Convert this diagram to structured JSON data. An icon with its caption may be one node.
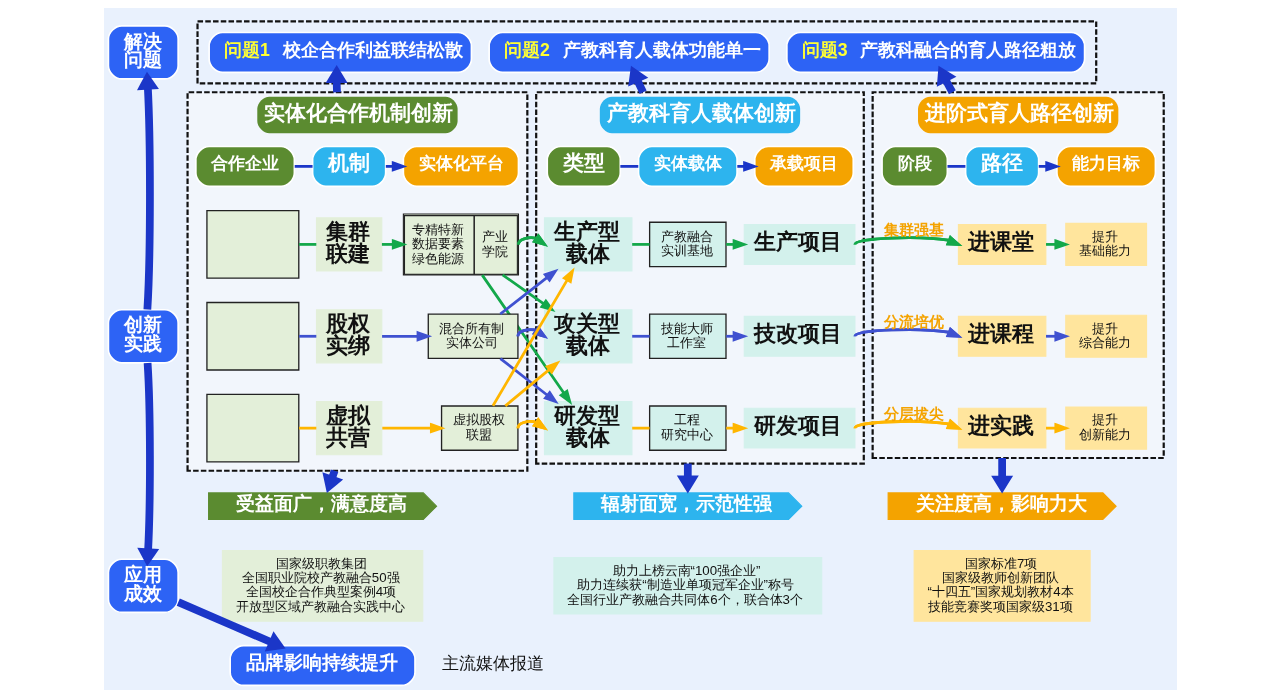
{
  "diagram": {
    "nodes": [
      {
        "text": [
          "解决问题"
        ]
      },
      {
        "text": [],
        "shape": "box"
      },
      {
        "text": [
          "问题1",
          "校企合作利益联结松散"
        ],
        "in": 1
      },
      {
        "text": [
          "问题2",
          "产教科育人载体功能单一"
        ],
        "in": 1
      },
      {
        "text": [
          "问题3",
          "产教科融合的育人路径粗放"
        ],
        "in": 1
      },
      {
        "text": [
          "创新实践"
        ]
      },
      {
        "text": [
          "实体化合作机制创新"
        ]
      },
      {
        "text": [
          "合作企业"
        ],
        "in": 6
      },
      {
        "text": [
          "机制"
        ],
        "in": 6
      },
      {
        "text": [
          "实体化平台"
        ],
        "in": 6
      },
      {
        "text": [],
        "shape": "box",
        "in": 6
      },
      {
        "text": [
          "集群联建"
        ],
        "in": 6
      },
      {
        "text": [
          "专精特新",
          "数据要素",
          "绿色能源",
          "产业学院"
        ],
        "in": 6
      },
      {
        "text": [],
        "shape": "box",
        "in": 6
      },
      {
        "text": [
          "股权实绑"
        ],
        "in": 6
      },
      {
        "text": [
          "混合所有制实体公司"
        ],
        "in": 6
      },
      {
        "text": [],
        "shape": "box",
        "in": 6
      },
      {
        "text": [
          "虚拟共营"
        ],
        "in": 6
      },
      {
        "text": [
          "虚拟股权联盟"
        ],
        "in": 6
      },
      {
        "text": [
          "产教科育人载体创新"
        ]
      },
      {
        "text": [
          "类型"
        ],
        "in": 19
      },
      {
        "text": [
          "实体载体"
        ],
        "in": 19
      },
      {
        "text": [
          "承载项目"
        ],
        "in": 19
      },
      {
        "text": [
          "生产型载体"
        ],
        "in": 19
      },
      {
        "text": [
          "产教融合实训基地"
        ],
        "in": 19
      },
      {
        "text": [
          "生产项目"
        ],
        "in": 19
      },
      {
        "text": [
          "攻关型载体"
        ],
        "in": 19
      },
      {
        "text": [
          "技能大师工作室"
        ],
        "in": 19
      },
      {
        "text": [
          "技改项目"
        ],
        "in": 19
      },
      {
        "text": [
          "研发型载体"
        ],
        "in": 19
      },
      {
        "text": [
          "工程研究中心"
        ],
        "in": 19
      },
      {
        "text": [
          "研发项目"
        ],
        "in": 19
      },
      {
        "text": [
          "进阶式育人路径创新"
        ]
      },
      {
        "text": [
          "阶段"
        ],
        "in": 32
      },
      {
        "text": [
          "路径"
        ],
        "in": 32
      },
      {
        "text": [
          "能力目标"
        ],
        "in": 32
      },
      {
        "text": [
          "进课堂"
        ],
        "in": 32
      },
      {
        "text": [
          "提升基础能力"
        ],
        "in": 32
      },
      {
        "text": [
          "进课程"
        ],
        "in": 32
      },
      {
        "text": [
          "提升综合能力"
        ],
        "in": 32
      },
      {
        "text": [
          "进实践"
        ],
        "in": 32
      },
      {
        "text": [
          "提升创新能力"
        ],
        "in": 32
      },
      {
        "text": [
          "应用成效"
        ]
      },
      {
        "text": [
          "受益面广，满意度高"
        ]
      },
      {
        "text": [
          "国家级职教集团",
          "全国职业院校产教融合50强",
          "全国校企合作典型案例4项",
          "开放型区域产教融合实践中心"
        ]
      },
      {
        "text": [
          "辐射面宽，示范性强"
        ]
      },
      {
        "text": [
          "助力上榜云南“100强企业”",
          "助力连续获“制造业单项冠军企业”称号",
          "全国行业产教融合共同体6个，联合体3个"
        ]
      },
      {
        "text": [
          "关注度高，影响力大"
        ]
      },
      {
        "text": [
          "国家标准7项",
          "国家级教师创新团队",
          "“十四五”国家规划教材4本",
          "技能竞赛奖项国家级31项"
        ]
      },
      {
        "text": [
          "品牌影响持续提升"
        ]
      }
    ],
    "edges": [
      {
        "from": 5,
        "to": 0,
        "arrow": "to",
        "style": "thick"
      },
      {
        "from": 6,
        "to": 2,
        "arrow": "to",
        "style": "thick"
      },
      {
        "from": 19,
        "to": 3,
        "arrow": "to",
        "style": "thick"
      },
      {
        "from": 32,
        "to": 4,
        "arrow": "to",
        "style": "thick"
      },
      {
        "from": 7,
        "to": 8,
        "arrow": "none"
      },
      {
        "from": 8,
        "to": 9,
        "arrow": "to"
      },
      {
        "from": 10,
        "to": 11,
        "arrow": "none",
        "color": "#13a84a"
      },
      {
        "from": 11,
        "to": 12,
        "arrow": "to",
        "color": "#13a84a"
      },
      {
        "from": 13,
        "to": 14,
        "arrow": "none",
        "color": "#3f51d0"
      },
      {
        "from": 14,
        "to": 15,
        "arrow": "to",
        "color": "#3f51d0"
      },
      {
        "from": 16,
        "to": 17,
        "arrow": "none",
        "color": "#ffb600"
      },
      {
        "from": 17,
        "to": 18,
        "arrow": "to",
        "color": "#ffb600"
      },
      {
        "from": 12,
        "to": 23,
        "arrow": "to",
        "color": "#13a84a"
      },
      {
        "from": 12,
        "to": 26,
        "arrow": "to",
        "color": "#13a84a"
      },
      {
        "from": 12,
        "to": 29,
        "arrow": "to",
        "color": "#13a84a"
      },
      {
        "from": 15,
        "to": 23,
        "arrow": "to",
        "color": "#3f51d0"
      },
      {
        "from": 15,
        "to": 26,
        "arrow": "to",
        "color": "#3f51d0"
      },
      {
        "from": 15,
        "to": 29,
        "arrow": "to",
        "color": "#3f51d0"
      },
      {
        "from": 18,
        "to": 23,
        "arrow": "to",
        "color": "#ffb600"
      },
      {
        "from": 18,
        "to": 26,
        "arrow": "to",
        "color": "#ffb600"
      },
      {
        "from": 18,
        "to": 29,
        "arrow": "to",
        "color": "#ffb600"
      },
      {
        "from": 20,
        "to": 21,
        "arrow": "none"
      },
      {
        "from": 21,
        "to": 22,
        "arrow": "to"
      },
      {
        "from": 23,
        "to": 24,
        "arrow": "none",
        "color": "#13a84a"
      },
      {
        "from": 24,
        "to": 25,
        "arrow": "to",
        "color": "#13a84a"
      },
      {
        "from": 26,
        "to": 27,
        "arrow": "none",
        "color": "#3f51d0"
      },
      {
        "from": 27,
        "to": 28,
        "arrow": "to",
        "color": "#3f51d0"
      },
      {
        "from": 29,
        "to": 30,
        "arrow": "none",
        "color": "#ffb600"
      },
      {
        "from": 30,
        "to": 31,
        "arrow": "to",
        "color": "#ffb600"
      },
      {
        "from": 25,
        "to": 36,
        "arrow": "to",
        "label": "集群强基",
        "color": "#13a84a"
      },
      {
        "from": 28,
        "to": 38,
        "arrow": "to",
        "label": "分流培优",
        "color": "#3f51d0"
      },
      {
        "from": 31,
        "to": 40,
        "arrow": "to",
        "label": "分层拔尖",
        "color": "#ffb600"
      },
      {
        "from": 33,
        "to": 34,
        "arrow": "none"
      },
      {
        "from": 34,
        "to": 35,
        "arrow": "to"
      },
      {
        "from": 36,
        "to": 37,
        "arrow": "to",
        "color": "#13a84a"
      },
      {
        "from": 38,
        "to": 39,
        "arrow": "to",
        "color": "#3f51d0"
      },
      {
        "from": 40,
        "to": 41,
        "arrow": "to",
        "color": "#ffb600"
      },
      {
        "from": 5,
        "to": 42,
        "arrow": "to",
        "style": "thick"
      },
      {
        "from": 6,
        "to": 43,
        "arrow": "to",
        "style": "thick"
      },
      {
        "from": 19,
        "to": 45,
        "arrow": "to",
        "style": "thick"
      },
      {
        "from": 32,
        "to": 47,
        "arrow": "to",
        "style": "thick"
      },
      {
        "from": 42,
        "to": 49,
        "arrow": "to",
        "style": "thick"
      }
    ],
    "labels": [
      "主流媒体报道"
    ]
  }
}
